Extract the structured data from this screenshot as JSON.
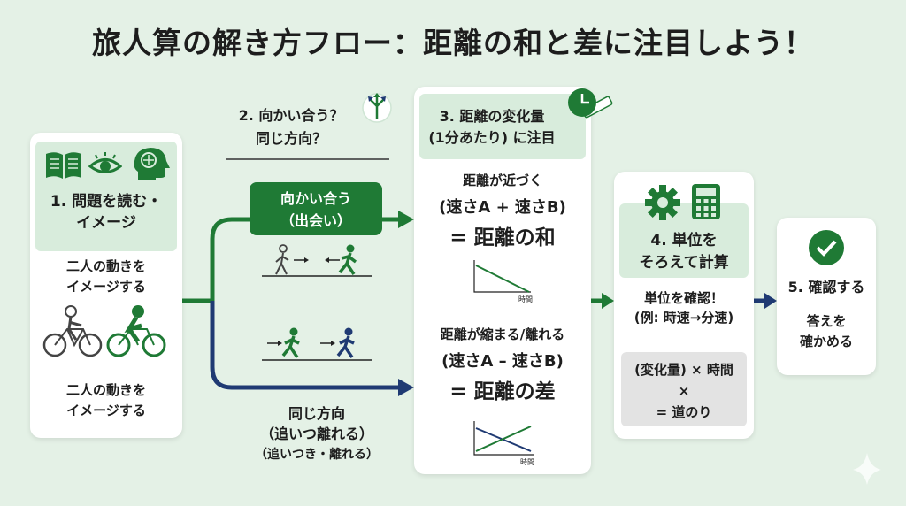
{
  "title": "旅人算の解き方フロー：距離の和と差に注目しよう！",
  "colors": {
    "background": "#e4f1e6",
    "accent_green": "#1f7a35",
    "accent_navy": "#1f3a73",
    "band": "#d8ecdc"
  },
  "step1": {
    "heading": "1. 問題を読む・\nイメージ",
    "text_a": "二人の動きを\nイメージする",
    "text_b": "二人の動きを\nイメージする",
    "icons": [
      "book-icon",
      "eye-icon",
      "brain-head-icon",
      "cyclist-icon",
      "racing-cyclist-icon"
    ]
  },
  "step2": {
    "heading": "2. 向かい合う？\n同じ方向？",
    "facing_label": "向かい合う\n（出会い）",
    "same_label": "同じ方向\n（追いつ離れる）",
    "same_sublabel": "（追いつき・離れる）"
  },
  "step3": {
    "heading": "3. 距離の変化量\n(1分あたり) に注目",
    "approach_label": "距離が近づく",
    "approach_formula": "(速さA + 速さB)",
    "approach_result": "= 距離の和",
    "graph_axis_label": "時間",
    "apart_label": "距離が縮まる/離れる",
    "apart_formula": "(速さA – 速さB)",
    "apart_result": "= 距離の差"
  },
  "step4": {
    "heading": "4. 単位を\nそろえて計算",
    "text": "単位を確認！\n(例: 時速→分速)",
    "formula": "(変化量) × 時間\n×\n= 道のり"
  },
  "step5": {
    "heading": "5. 確認する",
    "text": "答えを\n確かめる"
  }
}
